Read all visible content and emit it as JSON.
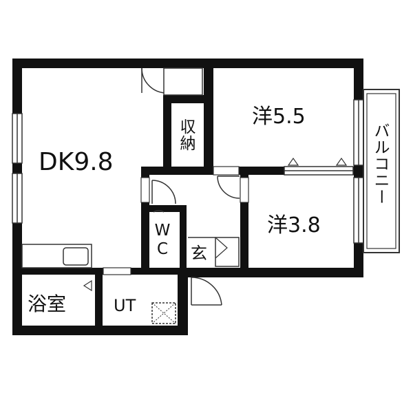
{
  "rooms": {
    "dining_kitchen": "DK9.8",
    "western_room_large": "洋5.5",
    "western_room_small": "洋3.8",
    "storage": "収納",
    "toilet": "WC",
    "entrance": "玄",
    "bathroom": "浴室",
    "utility": "UT",
    "balcony": "バルコニー"
  },
  "colors": {
    "wall": "#111111",
    "line": "#333333",
    "background": "#ffffff"
  }
}
